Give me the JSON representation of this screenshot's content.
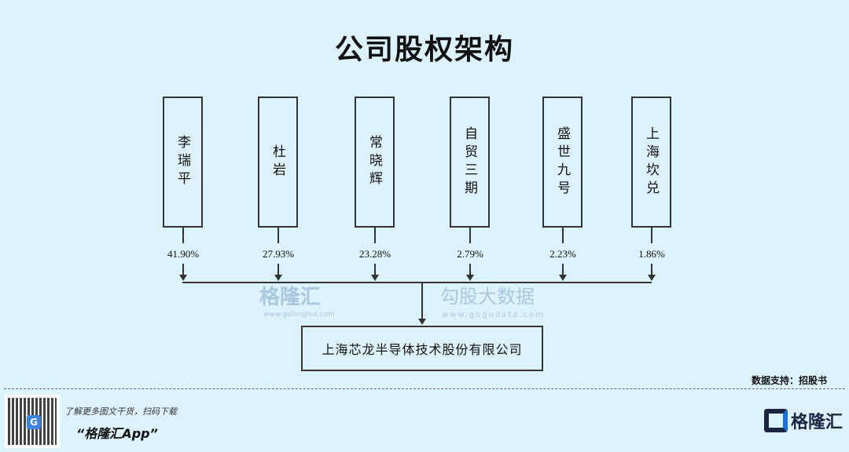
{
  "title": "公司股权架构",
  "shareholders": [
    {
      "name": "李瑞平",
      "pct": "41.90%"
    },
    {
      "name": "杜岩",
      "pct": "27.93%"
    },
    {
      "name": "常晓辉",
      "pct": "23.28%"
    },
    {
      "name": "自贸三期",
      "pct": "2.79%"
    },
    {
      "name": "盛世九号",
      "pct": "2.23%"
    },
    {
      "name": "上海坎兑",
      "pct": "1.86%"
    }
  ],
  "company": "上海芯龙半导体技术股份有限公司",
  "watermark": {
    "brand": "格隆汇",
    "brand_url": "www.gelonghui.com",
    "brand2": "勾股大数据",
    "brand2_url": "www.gogudata.com"
  },
  "source": "数据支持：招股书",
  "footer": {
    "promo": "了解更多图文干货，扫码下载",
    "app": "“格隆汇App”",
    "logo": "格隆汇"
  }
}
